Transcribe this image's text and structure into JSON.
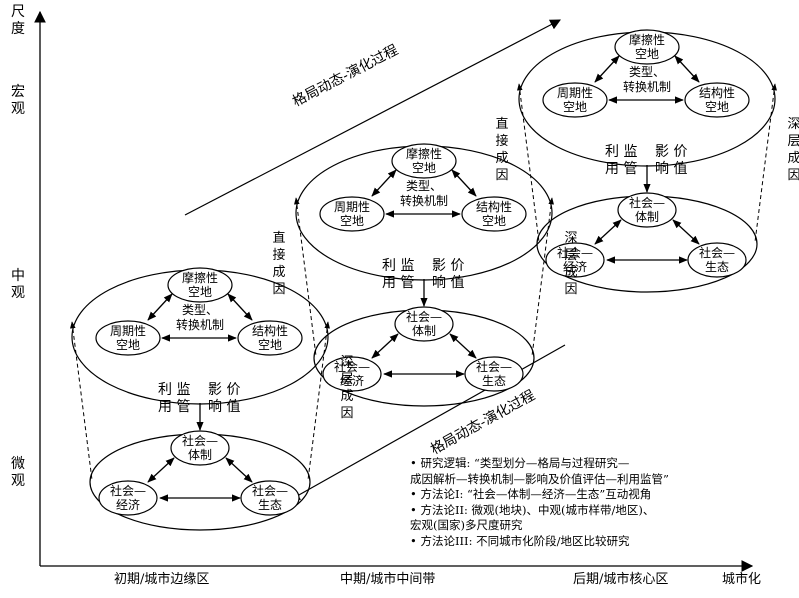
{
  "axis": {
    "y_title": "尺度",
    "y_levels": [
      "宏观",
      "中观",
      "微观"
    ],
    "x_title": "城市化",
    "x_stages": [
      "初期/城市边缘区",
      "中期/城市中间带",
      "后期/城市核心区"
    ]
  },
  "diagonal_labels": {
    "upper": "格局动态-演化过程",
    "lower": "格局动态-演化过程"
  },
  "module": {
    "friction": "摩擦性空地",
    "periodic": "周期性空地",
    "structural": "结构性空地",
    "mechanism": "类型、转换机制",
    "institution": "社会—体制",
    "economy": "社会—经济",
    "ecology": "社会—生态",
    "use_monitor": "利用监管",
    "impact_value": "影响价值",
    "direct_cause": "直接成因",
    "deep_cause": "深层成因"
  },
  "notes": [
    "研究逻辑: “类型划分—格局与过程研究—",
    "成因解析—转换机制—影响及价值评估—利用监管”",
    "方法论I: “社会—体制—经济—生态”互动视角",
    "方法论II: 微观(地块)、中观(城市样带/地区)、",
    "宏观(国家)多尺度研究",
    "方法论III: 不同城市化阶段/地区比较研究"
  ],
  "note_bullets": [
    true,
    false,
    true,
    true,
    false,
    true
  ]
}
